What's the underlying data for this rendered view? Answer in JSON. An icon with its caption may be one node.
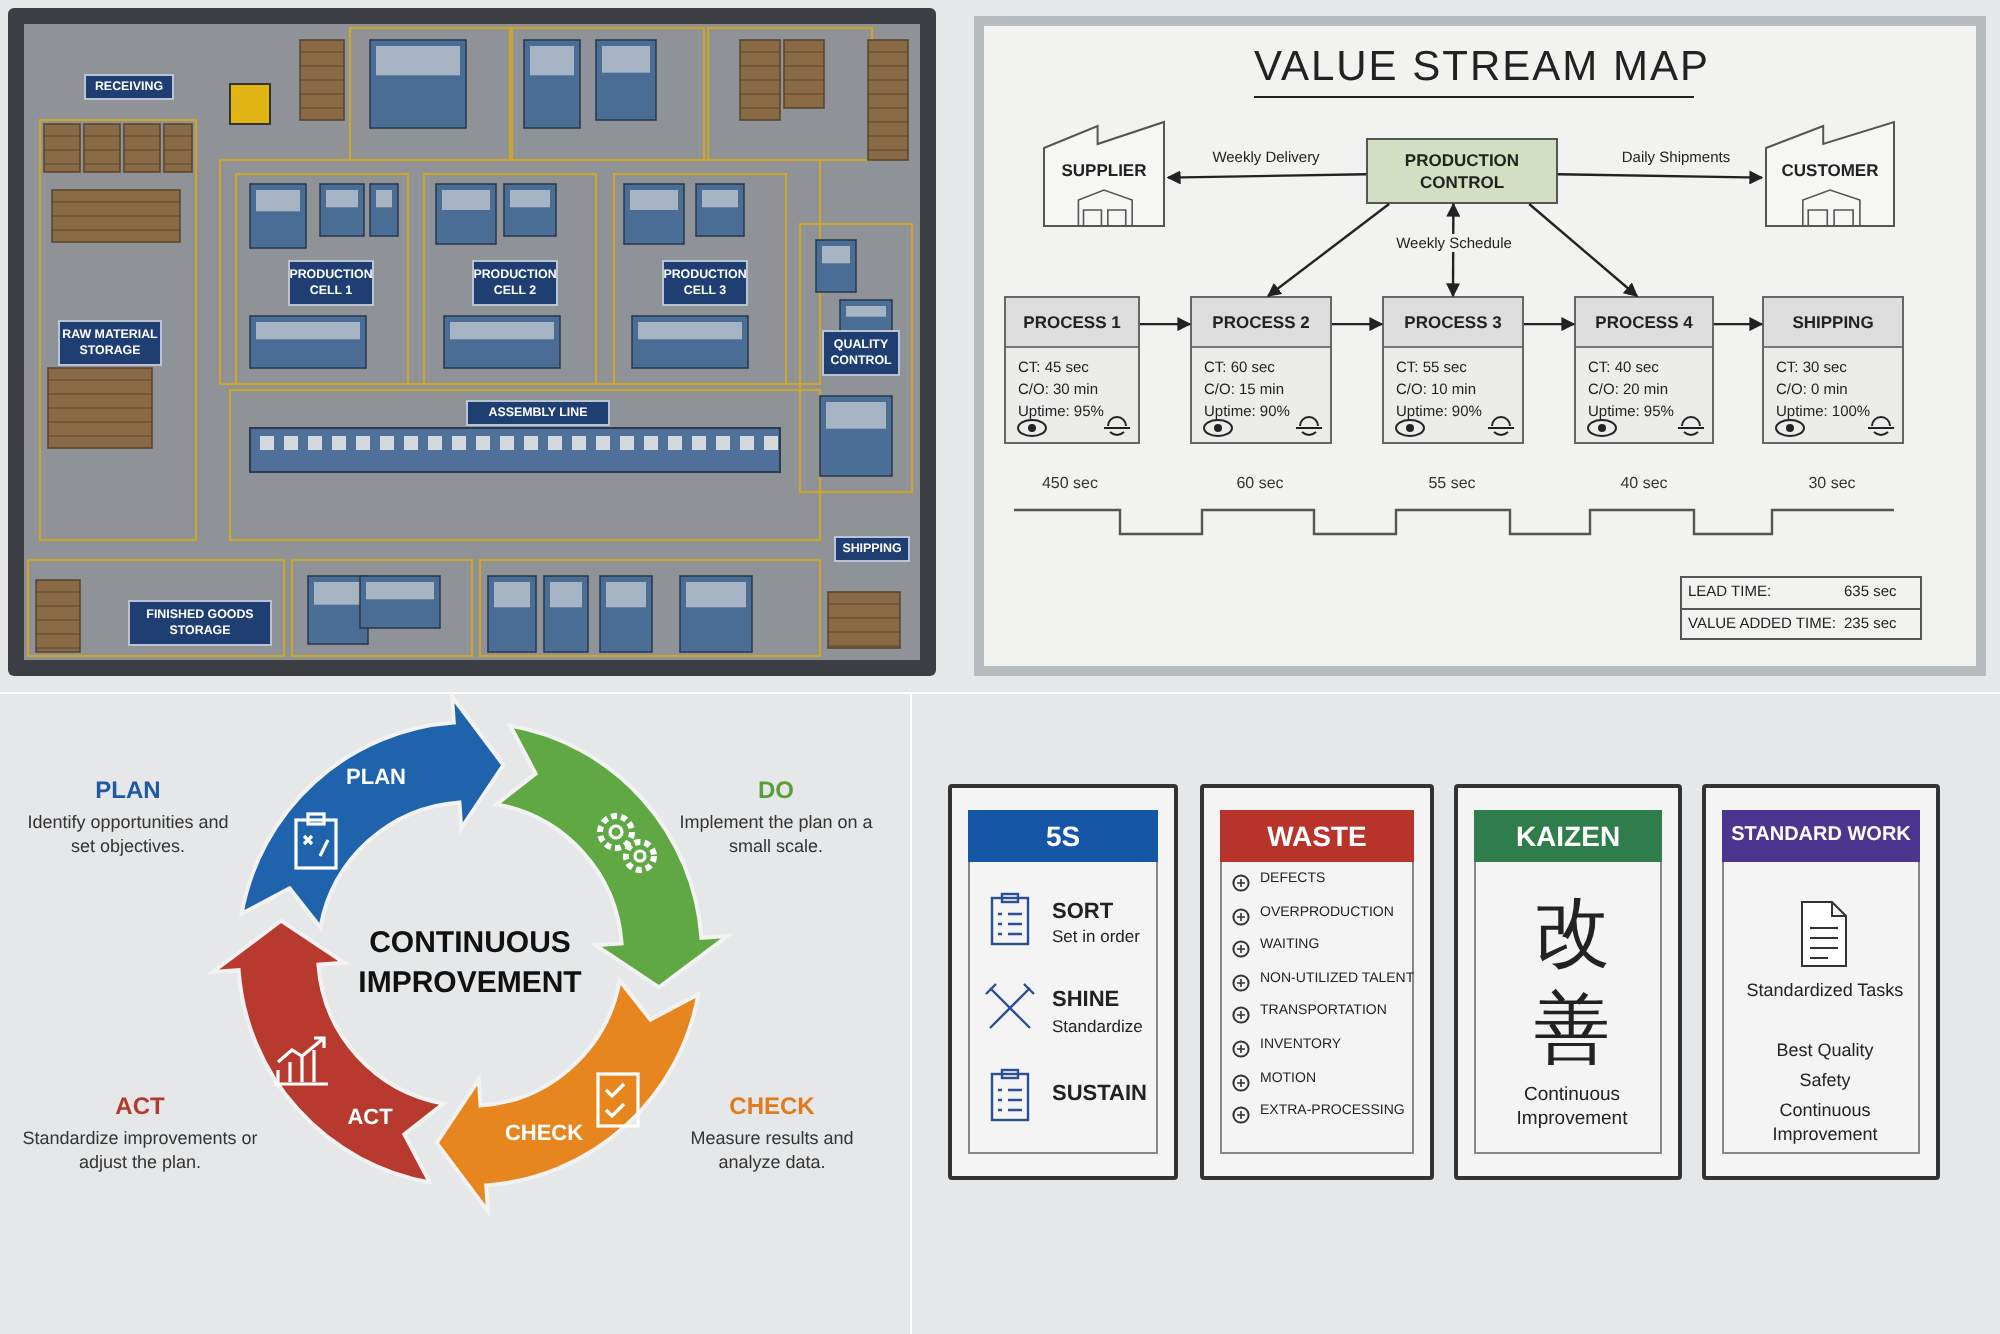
{
  "diagram": {
    "nodes": [
      {
        "text": [
          "RECEIVING"
        ]
      },
      {
        "text": [
          "RAW MATERIAL STORAGE"
        ]
      },
      {
        "text": [
          "PRODUCTION CELL 1"
        ]
      },
      {
        "text": [
          "PRODUCTION CELL 2"
        ]
      },
      {
        "text": [
          "PRODUCTION CELL 3"
        ]
      },
      {
        "text": [
          "QUALITY CONTROL"
        ]
      },
      {
        "text": [
          "ASSEMBLY LINE"
        ]
      },
      {
        "text": [
          "SHIPPING"
        ]
      },
      {
        "text": [
          "FINISHED GOODS STORAGE"
        ]
      },
      {
        "text": [
          "VALUE STREAM MAP"
        ]
      },
      {
        "text": [
          "SUPPLIER"
        ],
        "in": 9
      },
      {
        "text": [
          "PRODUCTION CONTROL"
        ],
        "in": 9
      },
      {
        "text": [
          "CUSTOMER"
        ],
        "in": 9
      },
      {
        "text": [
          "PROCESS 1",
          "CT: 45 sec",
          "C/O: 30 min",
          "Uptime: 95%"
        ],
        "in": 9
      },
      {
        "text": [
          "PROCESS 2",
          "CT: 60 sec",
          "C/O: 15 min",
          "Uptime: 90%"
        ],
        "in": 9
      },
      {
        "text": [
          "PROCESS 3",
          "CT: 55 sec",
          "C/O: 10 min",
          "Uptime: 90%"
        ],
        "in": 9
      },
      {
        "text": [
          "PROCESS 4",
          "CT: 40 sec",
          "C/O: 20 min",
          "Uptime: 95%"
        ],
        "in": 9
      },
      {
        "text": [
          "SHIPPING",
          "CT: 30 sec",
          "C/O: 0 min",
          "Uptime: 100%"
        ],
        "in": 9
      },
      {
        "text": [
          "5S",
          "SORT",
          "Set in order",
          "SHINE",
          "Standardize",
          "SUSTAIN"
        ]
      },
      {
        "text": [
          "WASTE",
          "DEFECTS",
          "OVERPRODUCTION",
          "WAITING",
          "NON-UTILIZED TALENT",
          "TRANSPORTATION",
          "INVENTORY",
          "MOTION",
          "EXTRA-PROCESSING"
        ]
      },
      {
        "text": [
          "KAIZEN",
          "改善",
          "Continuous Improvement"
        ]
      },
      {
        "text": [
          "STANDARD WORK",
          "Standardized Tasks",
          "Best Quality",
          "Safety",
          "Continuous Improvement"
        ]
      }
    ],
    "edges": [
      {
        "from": 11,
        "to": 10,
        "arrow": "to",
        "label": "Weekly Delivery"
      },
      {
        "from": 11,
        "to": 12,
        "arrow": "to",
        "label": "Daily Shipments"
      },
      {
        "from": 11,
        "to": 14,
        "arrow": "to"
      },
      {
        "from": 11,
        "to": 15,
        "arrow": "both",
        "label": "Weekly Schedule"
      },
      {
        "from": 11,
        "to": 16,
        "arrow": "to"
      },
      {
        "from": 13,
        "to": 14,
        "arrow": "to"
      },
      {
        "from": 14,
        "to": 15,
        "arrow": "to"
      },
      {
        "from": 15,
        "to": 16,
        "arrow": "to"
      },
      {
        "from": 16,
        "to": 17,
        "arrow": "to"
      }
    ],
    "labels": [
      "450 sec",
      "60 sec",
      "55 sec",
      "40 sec",
      "30 sec",
      "LEAD TIME:",
      "635 sec",
      "VALUE ADDED TIME:",
      "235 sec",
      "PLAN",
      "Identify opportunities and set objectives.",
      "PLAN",
      "DO",
      "Implement the plan on a small scale.",
      "CONTINUOUS IMPROVEMENT",
      "ACT",
      "Standardize improvements or adjust the plan.",
      "ACT",
      "CHECK",
      "CHECK",
      "Measure results and analyze data."
    ]
  }
}
